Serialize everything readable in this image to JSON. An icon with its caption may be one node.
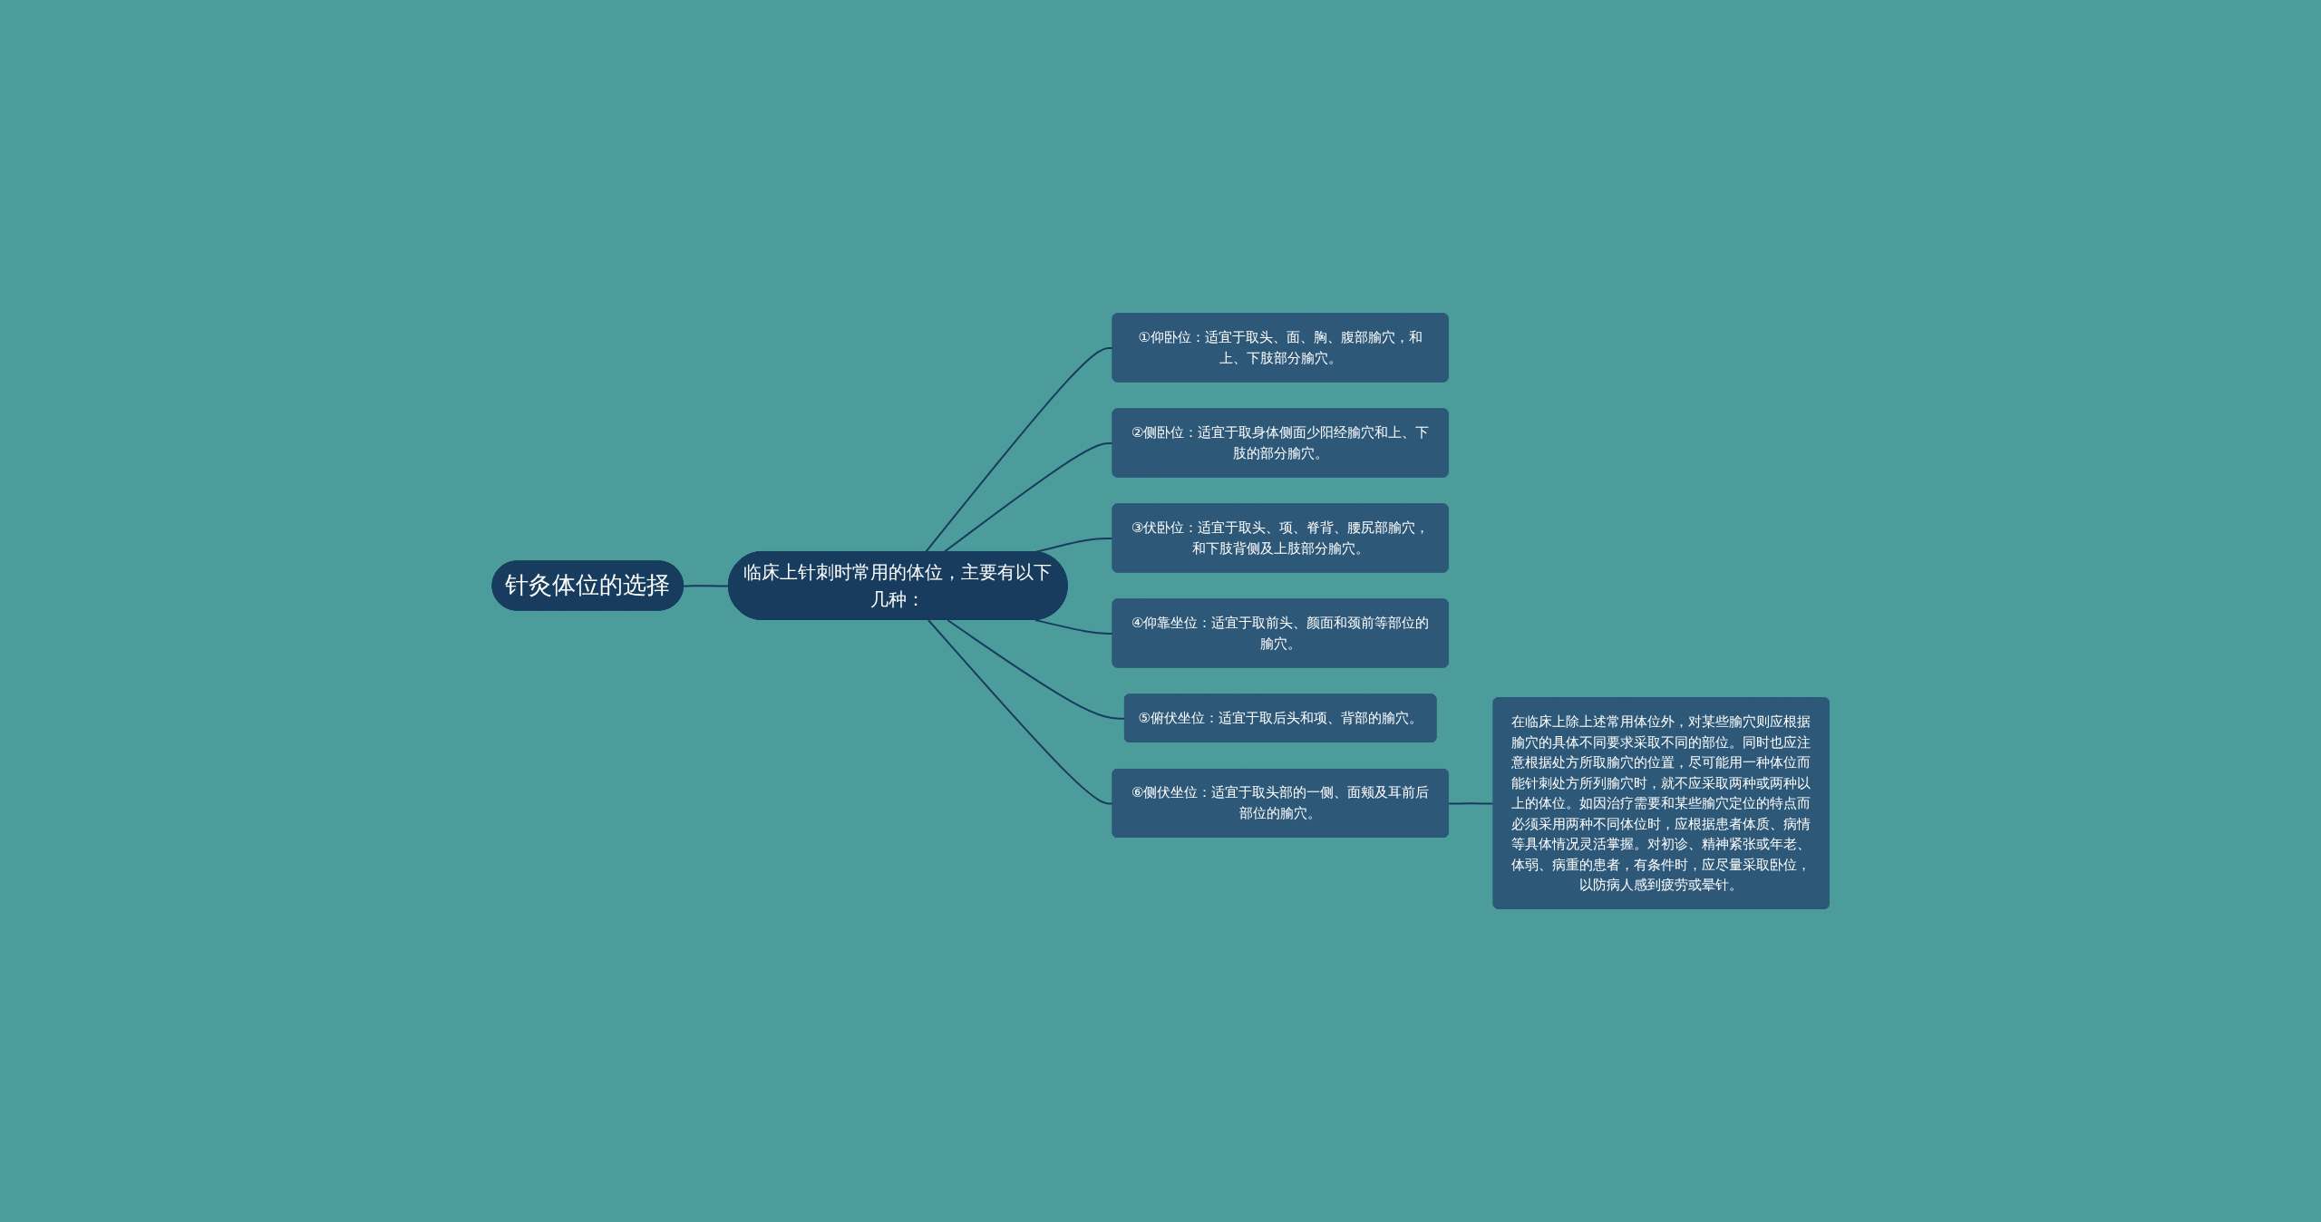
{
  "diagram": {
    "nodes": [
      {
        "text": [
          "针灸体位的选择"
        ]
      },
      {
        "text": [
          "临床上针刺时常用的体位，主要有以下几种："
        ]
      },
      {
        "text": [
          "①仰卧位：适宜于取头、面、胸、腹部腧穴，和上、下肢部分腧穴。"
        ]
      },
      {
        "text": [
          "②侧卧位：适宜于取身体侧面少阳经腧穴和上、下肢的部分腧穴。"
        ]
      },
      {
        "text": [
          "③伏卧位：适宜于取头、项、脊背、腰尻部腧穴，和下肢背侧及上肢部分腧穴。"
        ]
      },
      {
        "text": [
          "④仰靠坐位：适宜于取前头、颜面和颈前等部位的腧穴。"
        ]
      },
      {
        "text": [
          "⑤俯伏坐位：适宜于取后头和项、背部的腧穴。"
        ]
      },
      {
        "text": [
          "⑥侧伏坐位：适宜于取头部的一侧、面颊及耳前后部位的腧穴。"
        ]
      },
      {
        "text": [
          "在临床上除上述常用体位外，对某些腧穴则应根据腧穴的具体不同要求采取不同的部位。同时也应注意根据处方所取腧穴的位置，尽可能用一种体位而能针刺处方所列腧穴时，就不应采取两种或两种以上的体位。如因治疗需要和某些腧穴定位的特点而必须采用两种不同体位时，应根据患者体质、病情等具体情况灵活掌握。对初诊、精神紧张或年老、体弱、病重的患者，有条件时，应尽量采取卧位，以防病人感到疲劳或晕针。"
        ]
      }
    ],
    "edges": [
      {
        "from": 0,
        "to": 1,
        "arrow": "none"
      },
      {
        "from": 1,
        "to": 2,
        "arrow": "none"
      },
      {
        "from": 1,
        "to": 3,
        "arrow": "none"
      },
      {
        "from": 1,
        "to": 4,
        "arrow": "none"
      },
      {
        "from": 1,
        "to": 5,
        "arrow": "none"
      },
      {
        "from": 1,
        "to": 6,
        "arrow": "none"
      },
      {
        "from": 1,
        "to": 7,
        "arrow": "none"
      },
      {
        "from": 7,
        "to": 8,
        "arrow": "none"
      }
    ]
  }
}
